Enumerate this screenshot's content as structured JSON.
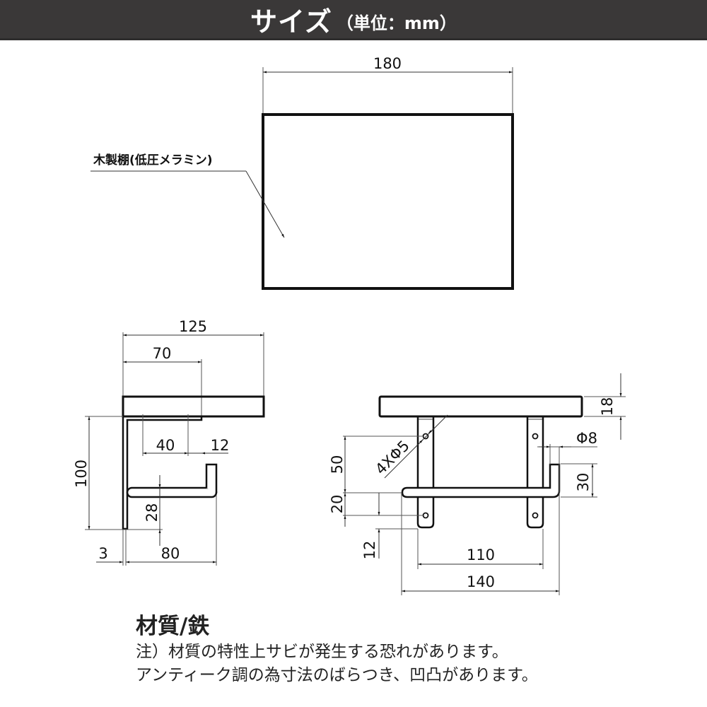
{
  "header": {
    "title": "サイズ",
    "unit": "（単位：mm）",
    "background": "#3a3838"
  },
  "top_view": {
    "width_dim": "180",
    "callout": "木製棚(低圧メラミン)"
  },
  "side_view": {
    "dims": {
      "depth_total": "125",
      "bracket_top": "70",
      "hole_span": "40",
      "offset_12": "12",
      "height": "100",
      "bar_height": "28",
      "thickness": "3",
      "bar_depth": "80"
    }
  },
  "front_view": {
    "dims": {
      "shelf_thickness": "18",
      "hole_callout": "4XΦ5",
      "bar_diameter": "Φ8",
      "hook_height": "30",
      "upper_hole": "50",
      "lower_hole": "20",
      "bottom_offset": "12",
      "bracket_span": "110",
      "bar_width": "140"
    }
  },
  "notes": {
    "material": "材質/鉄",
    "line1": "注）材質の特性上サビが発生する恐れがあります。",
    "line2": "アンティーク調の為寸法のばらつき、凹凸があります。"
  }
}
